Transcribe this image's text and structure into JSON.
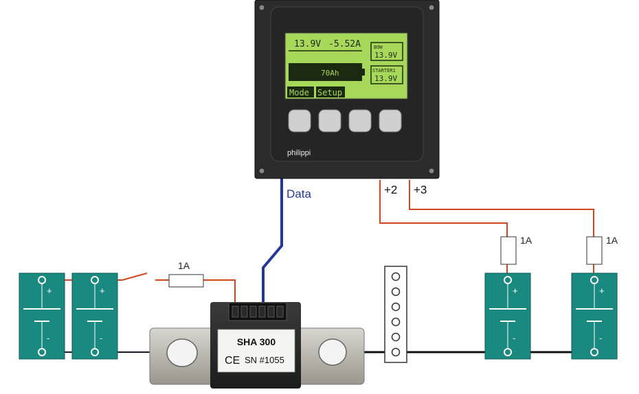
{
  "panel": {
    "brand": "philippi",
    "lcd": {
      "voltage": "13.9V",
      "current": "-5.52A",
      "capacity": "70Ah",
      "mode_label": "Mode",
      "setup_label": "Setup",
      "bow_title": "BOW",
      "bow_value": "13.9V",
      "starter_title": "STARTER1",
      "starter_value": "13.9V"
    },
    "button_count": 4
  },
  "labels": {
    "data": "Data",
    "plus2": "+2",
    "plus3": "+3",
    "fuse_left": "1A",
    "fuse_mid": "1A",
    "fuse_right": "1A"
  },
  "shunt": {
    "model": "SHA 300",
    "ce": "CE",
    "serial": "SN #1055"
  },
  "battery_signs": {
    "plus": "+",
    "minus": "-"
  },
  "colors": {
    "wire_red": "#d2461e",
    "wire_blue": "#25389a",
    "battery_fill": "#1a8a80",
    "lcd_green": "#a8d85a",
    "panel_dark": "#2e2e2e"
  }
}
